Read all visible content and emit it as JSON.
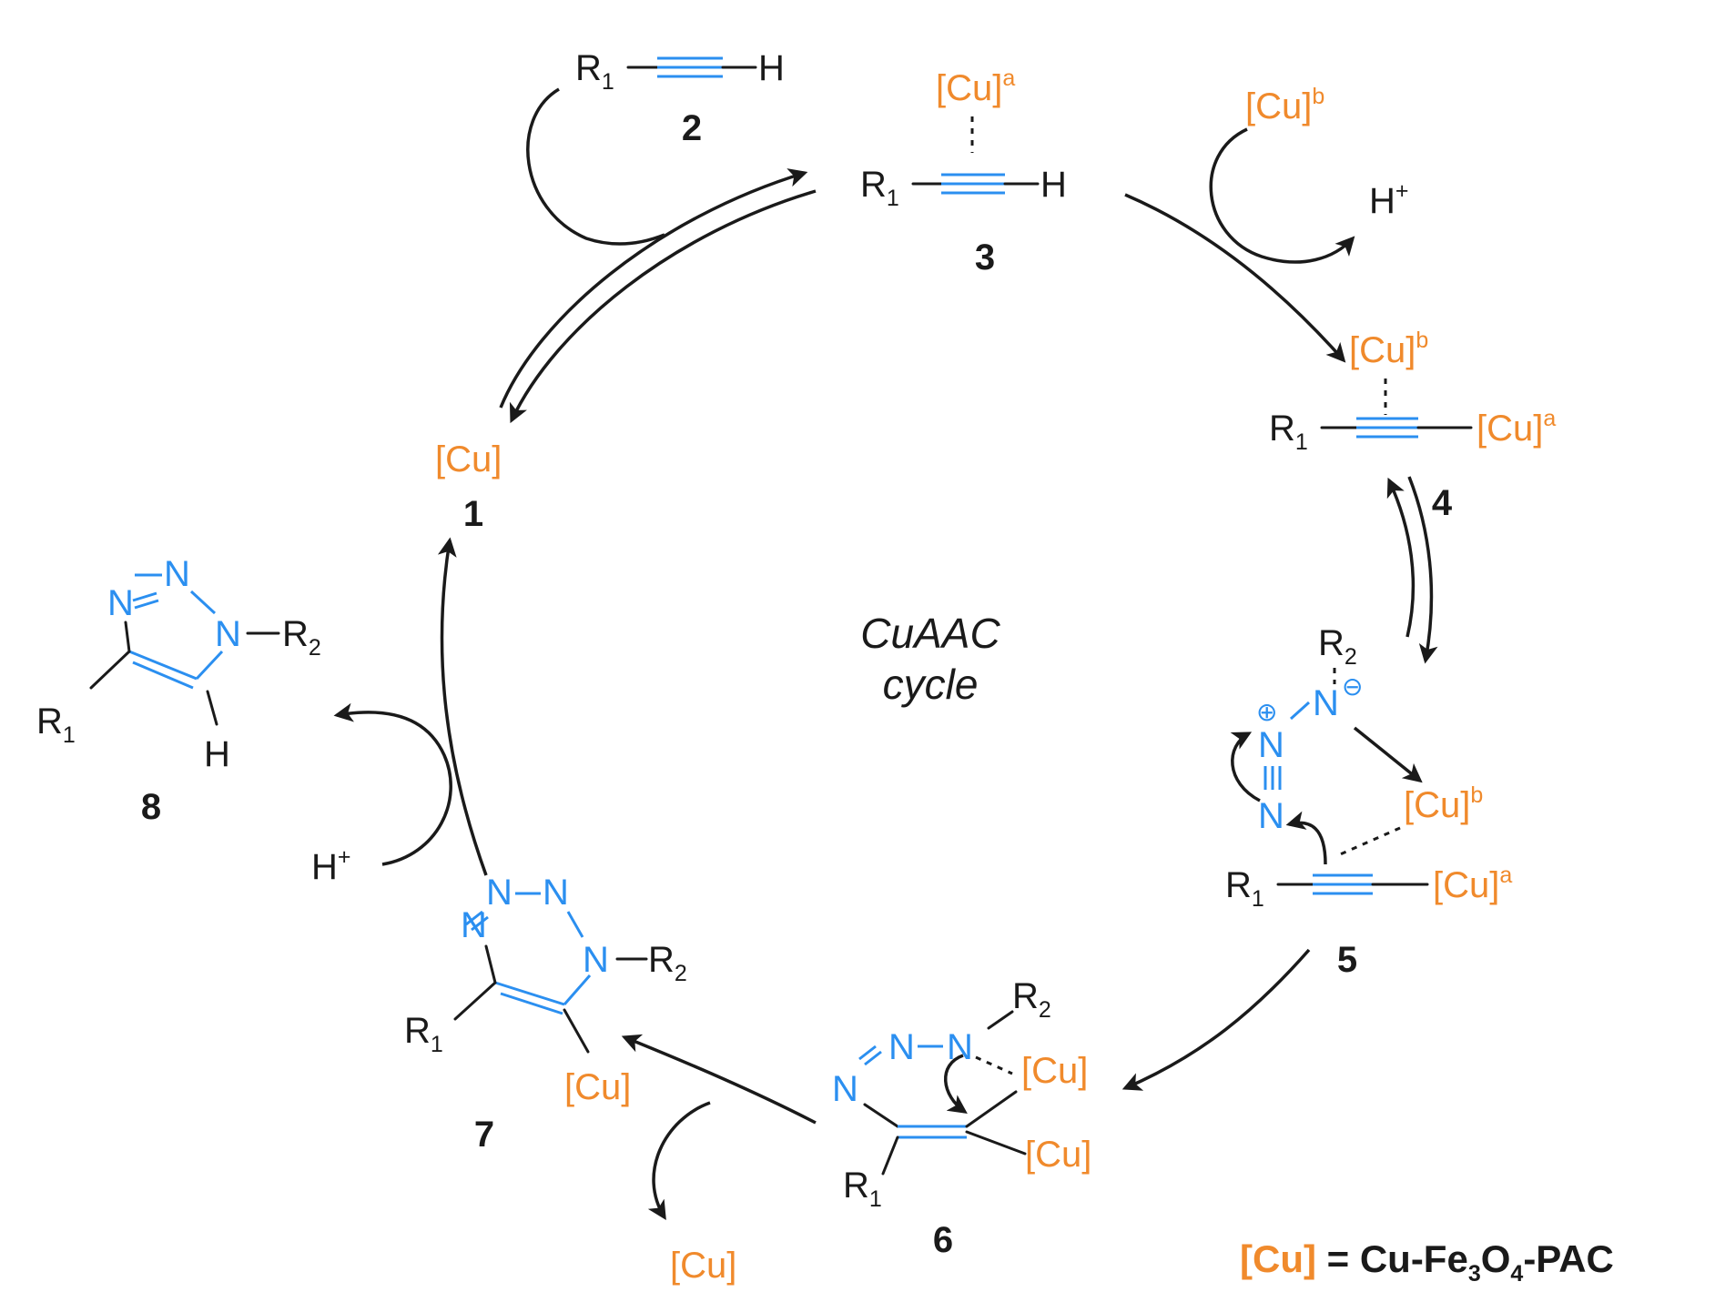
{
  "cu": "[Cu]",
  "sup_a": "a",
  "sup_b": "b",
  "r1": "R",
  "r2": "R",
  "sub_1": "1",
  "sub_2": "2",
  "h": "H",
  "h_plus": "H",
  "plus": "+",
  "n": "N",
  "oplus": "⊕",
  "ominus": "⊖",
  "center_line1": "CuAAC",
  "center_line2": "cycle",
  "compounds": {
    "c1": "1",
    "c2": "2",
    "c3": "3",
    "c4": "4",
    "c5": "5",
    "c6": "6",
    "c7": "7",
    "c8": "8"
  },
  "legend": {
    "cu": "[Cu]",
    "eq": " = Cu-Fe",
    "s3": "3",
    "o": "O",
    "s4": "4",
    "tail": "-PAC"
  }
}
